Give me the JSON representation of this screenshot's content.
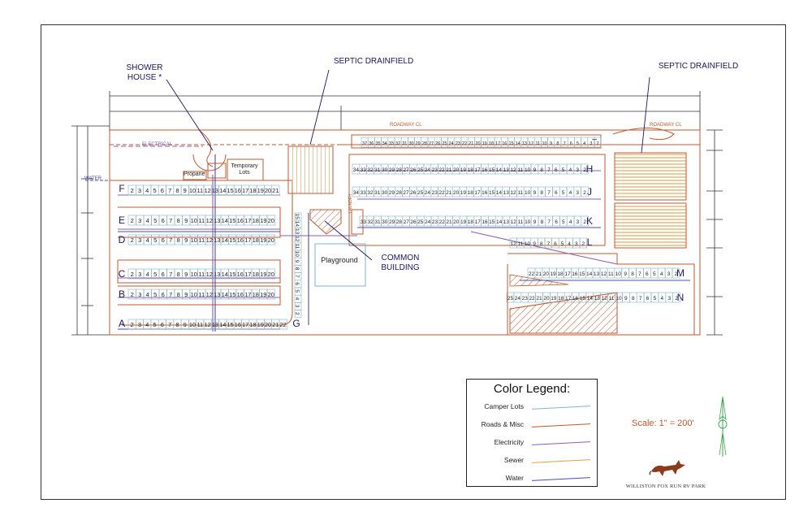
{
  "labels": {
    "shower_house": "SHOWER HOUSE *",
    "septic_left": "SEPTIC DRAINFIELD",
    "septic_right": "SEPTIC DRAINFIELD",
    "common_building": "COMMON BUILDING",
    "playground": "Playground",
    "propane": "Propane",
    "temporary_lots": "Temporary Lots",
    "roadway_top": "ROADWAY CL",
    "roadway_right": "ROADWAY CL",
    "electrical": "ELECTRICAL",
    "water": "WATER",
    "laundry": "LAUNDRY"
  },
  "rows": [
    {
      "letter": "F",
      "numbers": [
        "2",
        "3",
        "4",
        "5",
        "6",
        "7",
        "8",
        "9",
        "10",
        "11",
        "12",
        "13",
        "14",
        "15",
        "16",
        "17",
        "18",
        "19",
        "20",
        "21"
      ]
    },
    {
      "letter": "E",
      "numbers": [
        "2",
        "3",
        "4",
        "5",
        "6",
        "7",
        "8",
        "9",
        "10",
        "11",
        "12",
        "13",
        "14",
        "15",
        "16",
        "17",
        "18",
        "19",
        "20"
      ]
    },
    {
      "letter": "D",
      "numbers": [
        "2",
        "3",
        "4",
        "5",
        "6",
        "7",
        "8",
        "9",
        "10",
        "11",
        "12",
        "13",
        "14",
        "15",
        "16",
        "17",
        "18",
        "19",
        "20"
      ]
    },
    {
      "letter": "C",
      "numbers": [
        "2",
        "3",
        "4",
        "5",
        "6",
        "7",
        "8",
        "9",
        "10",
        "11",
        "12",
        "13",
        "14",
        "15",
        "16",
        "17",
        "18",
        "19",
        "20"
      ]
    },
    {
      "letter": "B",
      "numbers": [
        "2",
        "3",
        "4",
        "5",
        "6",
        "7",
        "8",
        "9",
        "10",
        "11",
        "12",
        "13",
        "14",
        "15",
        "16",
        "17",
        "18",
        "19",
        "20"
      ]
    },
    {
      "letter": "A",
      "numbers": [
        "2",
        "3",
        "4",
        "5",
        "6",
        "7",
        "8",
        "9",
        "10",
        "11",
        "12",
        "13",
        "14",
        "15",
        "16",
        "17",
        "18",
        "19",
        "20",
        "21",
        "22"
      ]
    },
    {
      "letter": "G",
      "numbers": [
        "15",
        "14",
        "13",
        "12",
        "11",
        "10",
        "9",
        "8",
        "7",
        "6",
        "5",
        "4",
        "3",
        "2"
      ]
    },
    {
      "letter": "T",
      "numbers": [
        "37",
        "36",
        "35",
        "34",
        "33",
        "32",
        "31",
        "30",
        "29",
        "28",
        "27",
        "26",
        "25",
        "24",
        "23",
        "22",
        "21",
        "20",
        "19",
        "18",
        "17",
        "16",
        "15",
        "14",
        "13",
        "12",
        "11",
        "10",
        "9",
        "8",
        "7",
        "6",
        "5",
        "4",
        "3",
        "2"
      ]
    },
    {
      "letter": "H",
      "numbers": [
        "34",
        "33",
        "32",
        "31",
        "30",
        "29",
        "28",
        "27",
        "26",
        "25",
        "24",
        "23",
        "22",
        "21",
        "20",
        "19",
        "18",
        "17",
        "16",
        "15",
        "14",
        "13",
        "12",
        "11",
        "10",
        "9",
        "8",
        "7",
        "6",
        "5",
        "4",
        "3",
        "2"
      ]
    },
    {
      "letter": "J",
      "numbers": [
        "34",
        "33",
        "32",
        "31",
        "30",
        "29",
        "28",
        "27",
        "26",
        "25",
        "24",
        "23",
        "22",
        "21",
        "20",
        "19",
        "18",
        "17",
        "16",
        "15",
        "14",
        "13",
        "12",
        "11",
        "10",
        "9",
        "8",
        "7",
        "6",
        "5",
        "4",
        "3",
        "2"
      ]
    },
    {
      "letter": "K",
      "numbers": [
        "33",
        "32",
        "31",
        "30",
        "29",
        "28",
        "27",
        "26",
        "25",
        "24",
        "23",
        "22",
        "21",
        "20",
        "19",
        "18",
        "17",
        "16",
        "15",
        "14",
        "13",
        "12",
        "11",
        "10",
        "9",
        "8",
        "7",
        "6",
        "5",
        "4",
        "3",
        "2"
      ]
    },
    {
      "letter": "L",
      "numbers": [
        "12",
        "11",
        "10",
        "9",
        "8",
        "7",
        "6",
        "5",
        "4",
        "3",
        "2"
      ]
    },
    {
      "letter": "M",
      "numbers": [
        "22",
        "21",
        "20",
        "19",
        "18",
        "17",
        "16",
        "15",
        "14",
        "13",
        "12",
        "11",
        "10",
        "9",
        "8",
        "7",
        "6",
        "5",
        "4",
        "3",
        "2"
      ]
    },
    {
      "letter": "N",
      "numbers": [
        "25",
        "24",
        "23",
        "22",
        "21",
        "20",
        "19",
        "18",
        "17",
        "16",
        "15",
        "14",
        "13",
        "12",
        "11",
        "10",
        "9",
        "8",
        "7",
        "6",
        "5",
        "4",
        "3",
        "2"
      ]
    }
  ],
  "legend": {
    "title": "Color Legend:",
    "items": [
      {
        "label": "Camper Lots",
        "color": "#7fb5c9"
      },
      {
        "label": "Roads & Misc",
        "color": "#c0592b"
      },
      {
        "label": "Electricity",
        "color": "#8a5fb0"
      },
      {
        "label": "Sewer",
        "color": "#e0a03a"
      },
      {
        "label": "Water",
        "color": "#4b4fa8"
      }
    ]
  },
  "scale": "Scale:   1\" = 200'",
  "park_name": "WILLISTON FOX RUN RV PARK",
  "colors": {
    "camper": "#7fb5c9",
    "road": "#c0592b",
    "electric": "#8a5fb0",
    "sewer": "#e0a03a",
    "water": "#4b4fa8",
    "label": "#1b1464",
    "north_arrow": "#3aa845"
  },
  "icons": [
    "fox-logo-icon",
    "north-arrow-icon"
  ]
}
